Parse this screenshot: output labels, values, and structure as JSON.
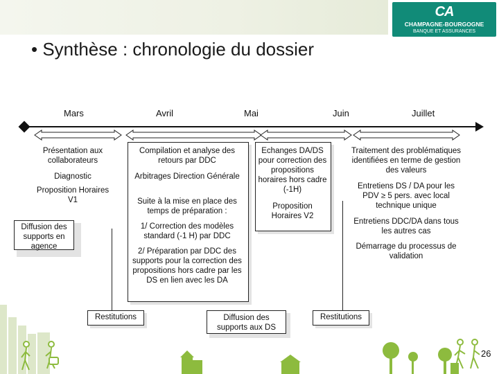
{
  "header": {
    "title": "• Synthèse  : chronologie du dossier"
  },
  "logo": {
    "line1": "CHAMPAGNE-BOURGOGNE",
    "line2": "BANQUE ET ASSURANCES"
  },
  "months": [
    "Mars",
    "Avril",
    "Mai",
    "Juin",
    "Juillet"
  ],
  "mars": {
    "items": [
      "Présentation aux collaborateurs",
      "Diagnostic",
      "Proposition Horaires V1"
    ],
    "diffusion": "Diffusion des supports en agence"
  },
  "avril": {
    "items": [
      "Compilation et analyse des retours par DDC",
      "Arbitrages Direction Générale",
      "Suite à la mise en place des temps de préparation :",
      "1/ Correction des modèles standard (-1 H) par DDC",
      "2/ Préparation par DDC des supports pour la correction des propositions hors cadre par les DS en lien avec les DA"
    ],
    "restitutions": "Restitutions"
  },
  "mai": {
    "items": [
      "Echanges DA/DS pour correction des propositions horaires hors cadre (-1H)",
      "Proposition Horaires V2"
    ],
    "diffusion": "Diffusion des supports aux DS"
  },
  "juillet": {
    "items": [
      "Traitement des problématiques identifiées en terme de gestion des valeurs",
      "Entretiens DS / DA pour les PDV ≥ 5 pers. avec local technique unique",
      "Entretiens DDC/DA dans tous les autres cas",
      "Démarrage du processus de validation"
    ],
    "restitutions": "Restitutions"
  },
  "page_number": "26",
  "colors": {
    "brand": "#118b78",
    "decor_green": "#8dbb3e"
  }
}
